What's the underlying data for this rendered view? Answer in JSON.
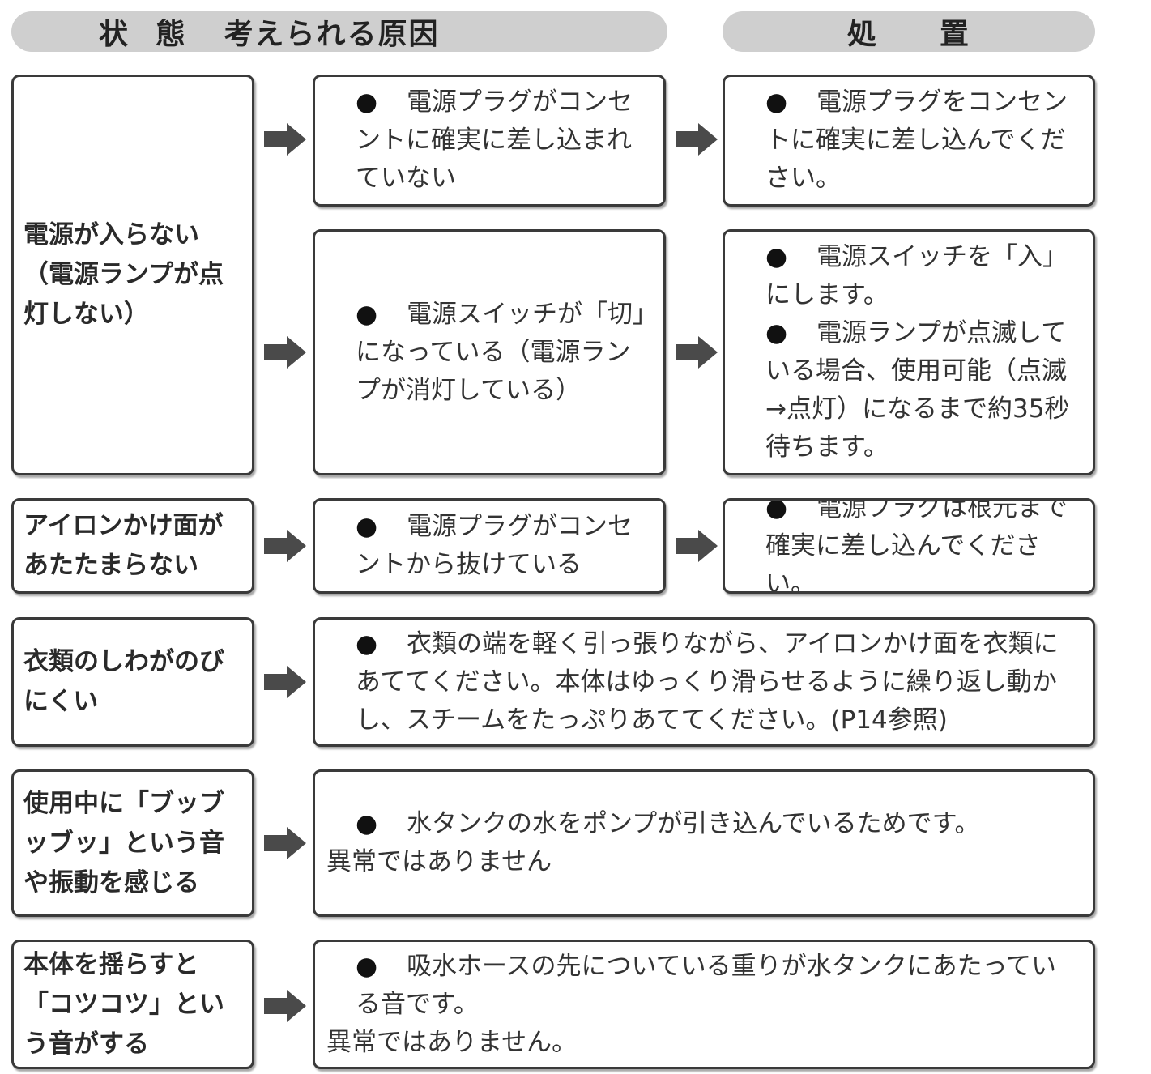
{
  "headers": {
    "state": "状 態",
    "cause": "考えられる原因",
    "action": "処　　置"
  },
  "rows": [
    {
      "state": "電源が入らない（電源ランプが点灯しない）",
      "causes": [
        {
          "text": "電源プラグがコンセントに確実に差し込まれていない",
          "actions": [
            "電源プラグをコンセントに確実に差し込んでください。"
          ]
        },
        {
          "text": "電源スイッチが「切」になっている（電源ランプが消灯している）",
          "actions": [
            "電源スイッチを「入」にします。",
            "電源ランプが点滅している場合、使用可能（点滅→点灯）になるまで約35秒待ちます。"
          ]
        }
      ]
    },
    {
      "state": "アイロンかけ面があたたまらない",
      "cause": "電源プラグがコンセントから抜けている",
      "action": "電源プラグは根元まで確実に差し込んでください。"
    },
    {
      "state": "衣類のしわがのびにくい",
      "action": "衣類の端を軽く引っ張りながら、アイロンかけ面を衣類にあててください。本体はゆっくり滑らせるように繰り返し動かし、スチームをたっぷりあててください。(P14参照)"
    },
    {
      "state": "使用中に「ブッブッブッ」という音や振動を感じる",
      "action_lines": [
        "水タンクの水をポンプが引き込んでいるためです。",
        "異常ではありません"
      ]
    },
    {
      "state": "本体を揺らすと「コツコツ」という音がする",
      "action_lines": [
        "吸水ホースの先についている重りが水タンクにあたっている音です。",
        "異常ではありません。"
      ]
    }
  ],
  "colors": {
    "header_bg": "#cfcfcf",
    "border": "#3a3a3a",
    "arrow": "#4a4a4a"
  },
  "icons": {
    "arrow": "arrow-right-icon",
    "bullet": "bullet-icon"
  }
}
